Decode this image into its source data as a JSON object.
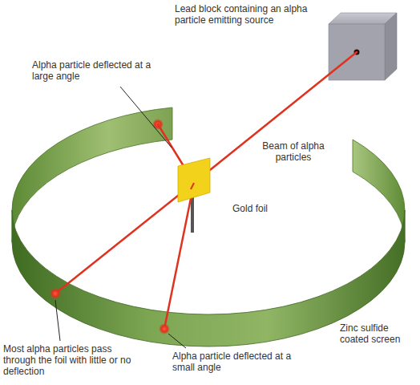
{
  "diagram": {
    "labels": [
      "Lead block containing an alpha particle emitting source",
      "Alpha particle deflected at a large angle",
      "Beam of alpha particles",
      "Gold foil",
      "Zinc sulfide coated screen",
      "Most alpha particles pass through the foil with little or no deflection",
      "Alpha particle deflected at a small angle"
    ]
  }
}
